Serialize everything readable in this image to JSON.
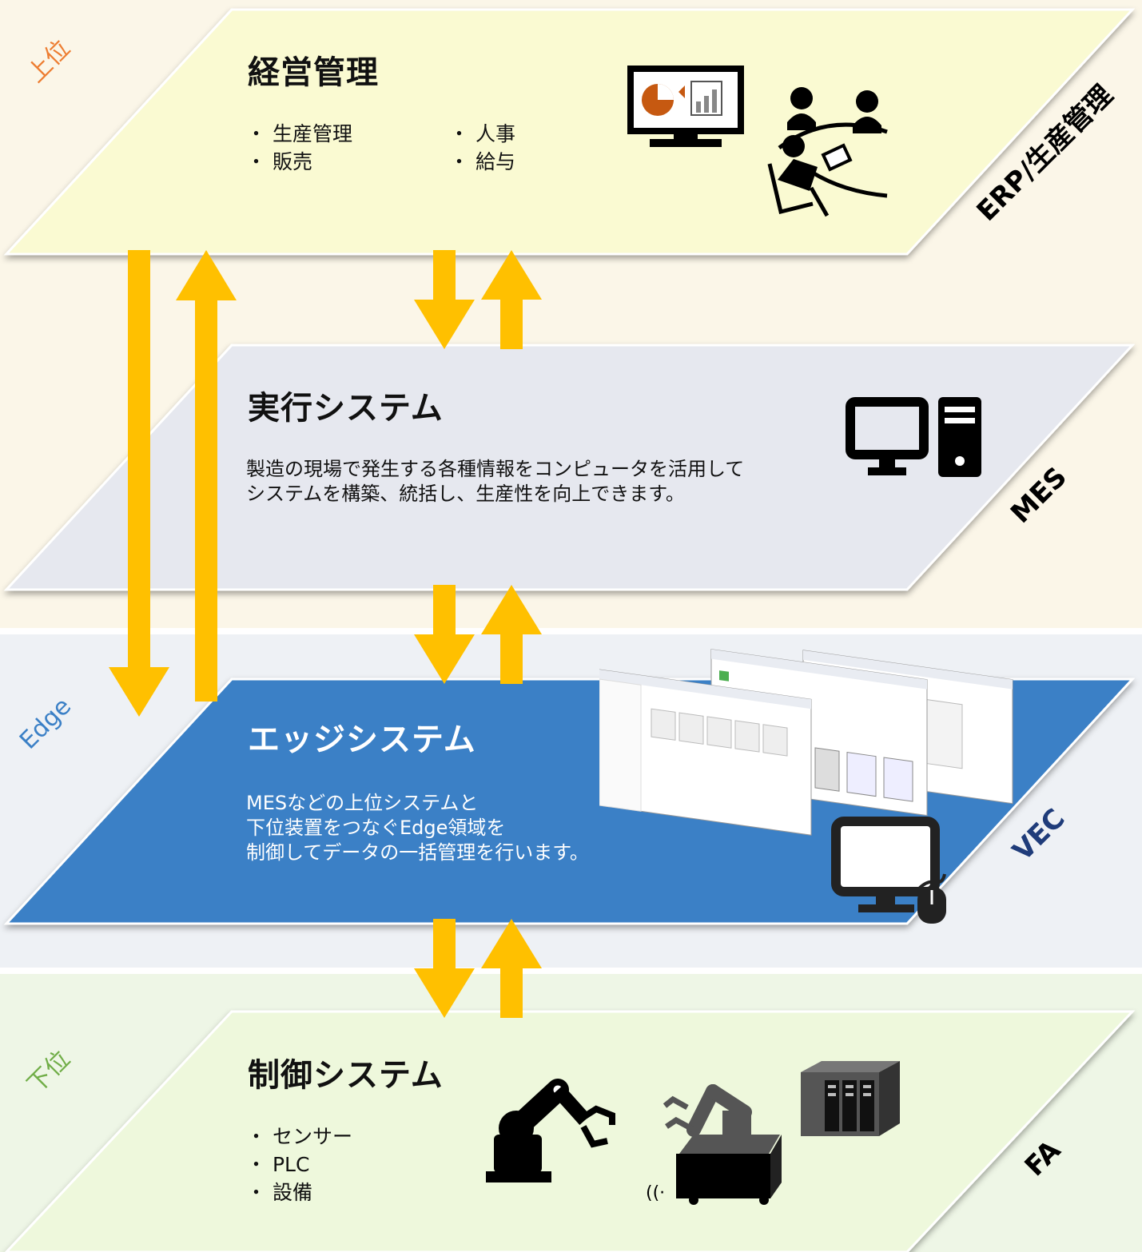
{
  "side_labels": {
    "upper": "上位",
    "edge": "Edge",
    "lower": "下位"
  },
  "layers": {
    "erp": {
      "title": "経営管理",
      "items_col1": [
        "・ 生産管理",
        "・ 販売"
      ],
      "items_col2": [
        "・ 人事",
        "・ 給与"
      ],
      "tag": "ERP/生産管理"
    },
    "mes": {
      "title": "実行システム",
      "desc_lines": [
        "製造の現場で発生する各種情報をコンピュータを活用して",
        "システムを構築、統括し、生産性を向上できます。"
      ],
      "tag": "MES"
    },
    "edge": {
      "title": "エッジシステム",
      "desc_lines": [
        "MESなどの上位システムと",
        "下位装置をつなぐEdge領域を",
        "制御してデータの一括管理を行います。"
      ],
      "tag": "VEC"
    },
    "control": {
      "title": "制御システム",
      "items": [
        "・ センサー",
        "・ PLC",
        "・ 設備"
      ],
      "tag": "FA"
    }
  },
  "colors": {
    "erp_fill": "#fafad2",
    "mes_fill": "#e6e8ef",
    "edge_fill": "#3b80c6",
    "control_fill": "#eef8dc",
    "arrow": "#ffc000",
    "upper_label": "#ed7d31",
    "edge_label": "#3b80c6",
    "lower_label": "#70ad47",
    "vec_tag": "#1f3c7a"
  },
  "icons": [
    "presentation-monitor-icon",
    "meeting-people-icon",
    "desktop-pc-icon",
    "edge-software-screens",
    "monitor-mouse-icon",
    "robot-arm-icon",
    "agv-robot-icon",
    "plc-unit-icon"
  ]
}
